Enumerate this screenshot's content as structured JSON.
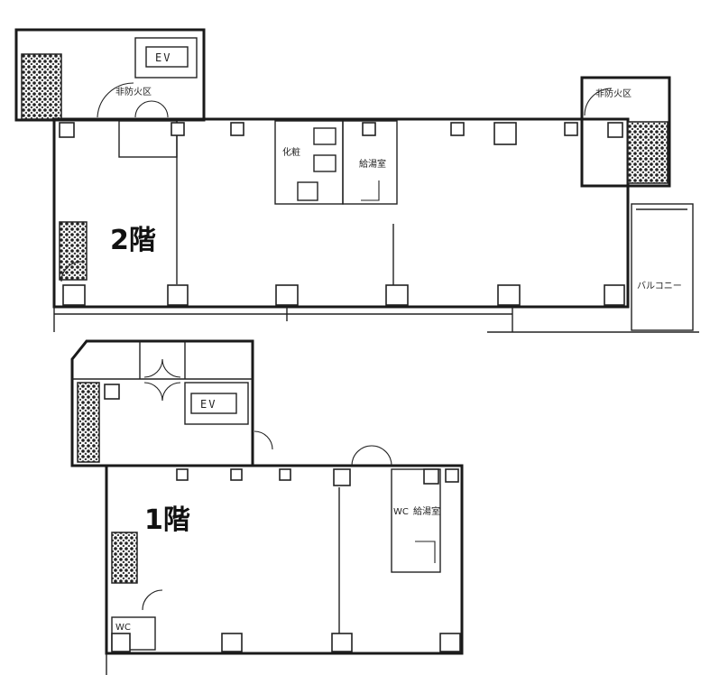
{
  "floor2": {
    "title": "2階",
    "elevator": "EV",
    "stair_main": "非防火区",
    "stair_right": "非防火区",
    "toilet": "化粧",
    "kitchen": "給湯室",
    "balcony": "バルコニー"
  },
  "floor1": {
    "title": "1階",
    "elevator": "EV",
    "wc": "WC",
    "kitchen": "給湯室",
    "wc_small": "WC"
  }
}
